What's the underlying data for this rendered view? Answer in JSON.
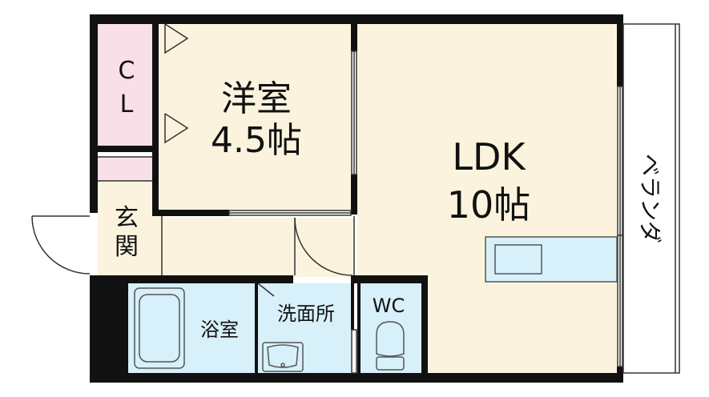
{
  "rooms": {
    "closet": {
      "line1": "C",
      "line2": "L"
    },
    "western_room": {
      "name": "洋室",
      "size": "4.5帖"
    },
    "ldk": {
      "name": "LDK",
      "size": "10帖"
    },
    "entrance": {
      "line1": "玄",
      "line2": "関"
    },
    "bathroom": {
      "name": "浴室"
    },
    "washroom": {
      "name": "洗面所"
    },
    "toilet": {
      "name": "WC"
    },
    "balcony": {
      "name": "ベランダ"
    }
  },
  "colors": {
    "wall": "#111111",
    "room_cream": "#fbf3de",
    "closet_pink": "#f8dfe8",
    "water_blue": "#d7f0fa",
    "fixture_stroke": "#555555"
  }
}
